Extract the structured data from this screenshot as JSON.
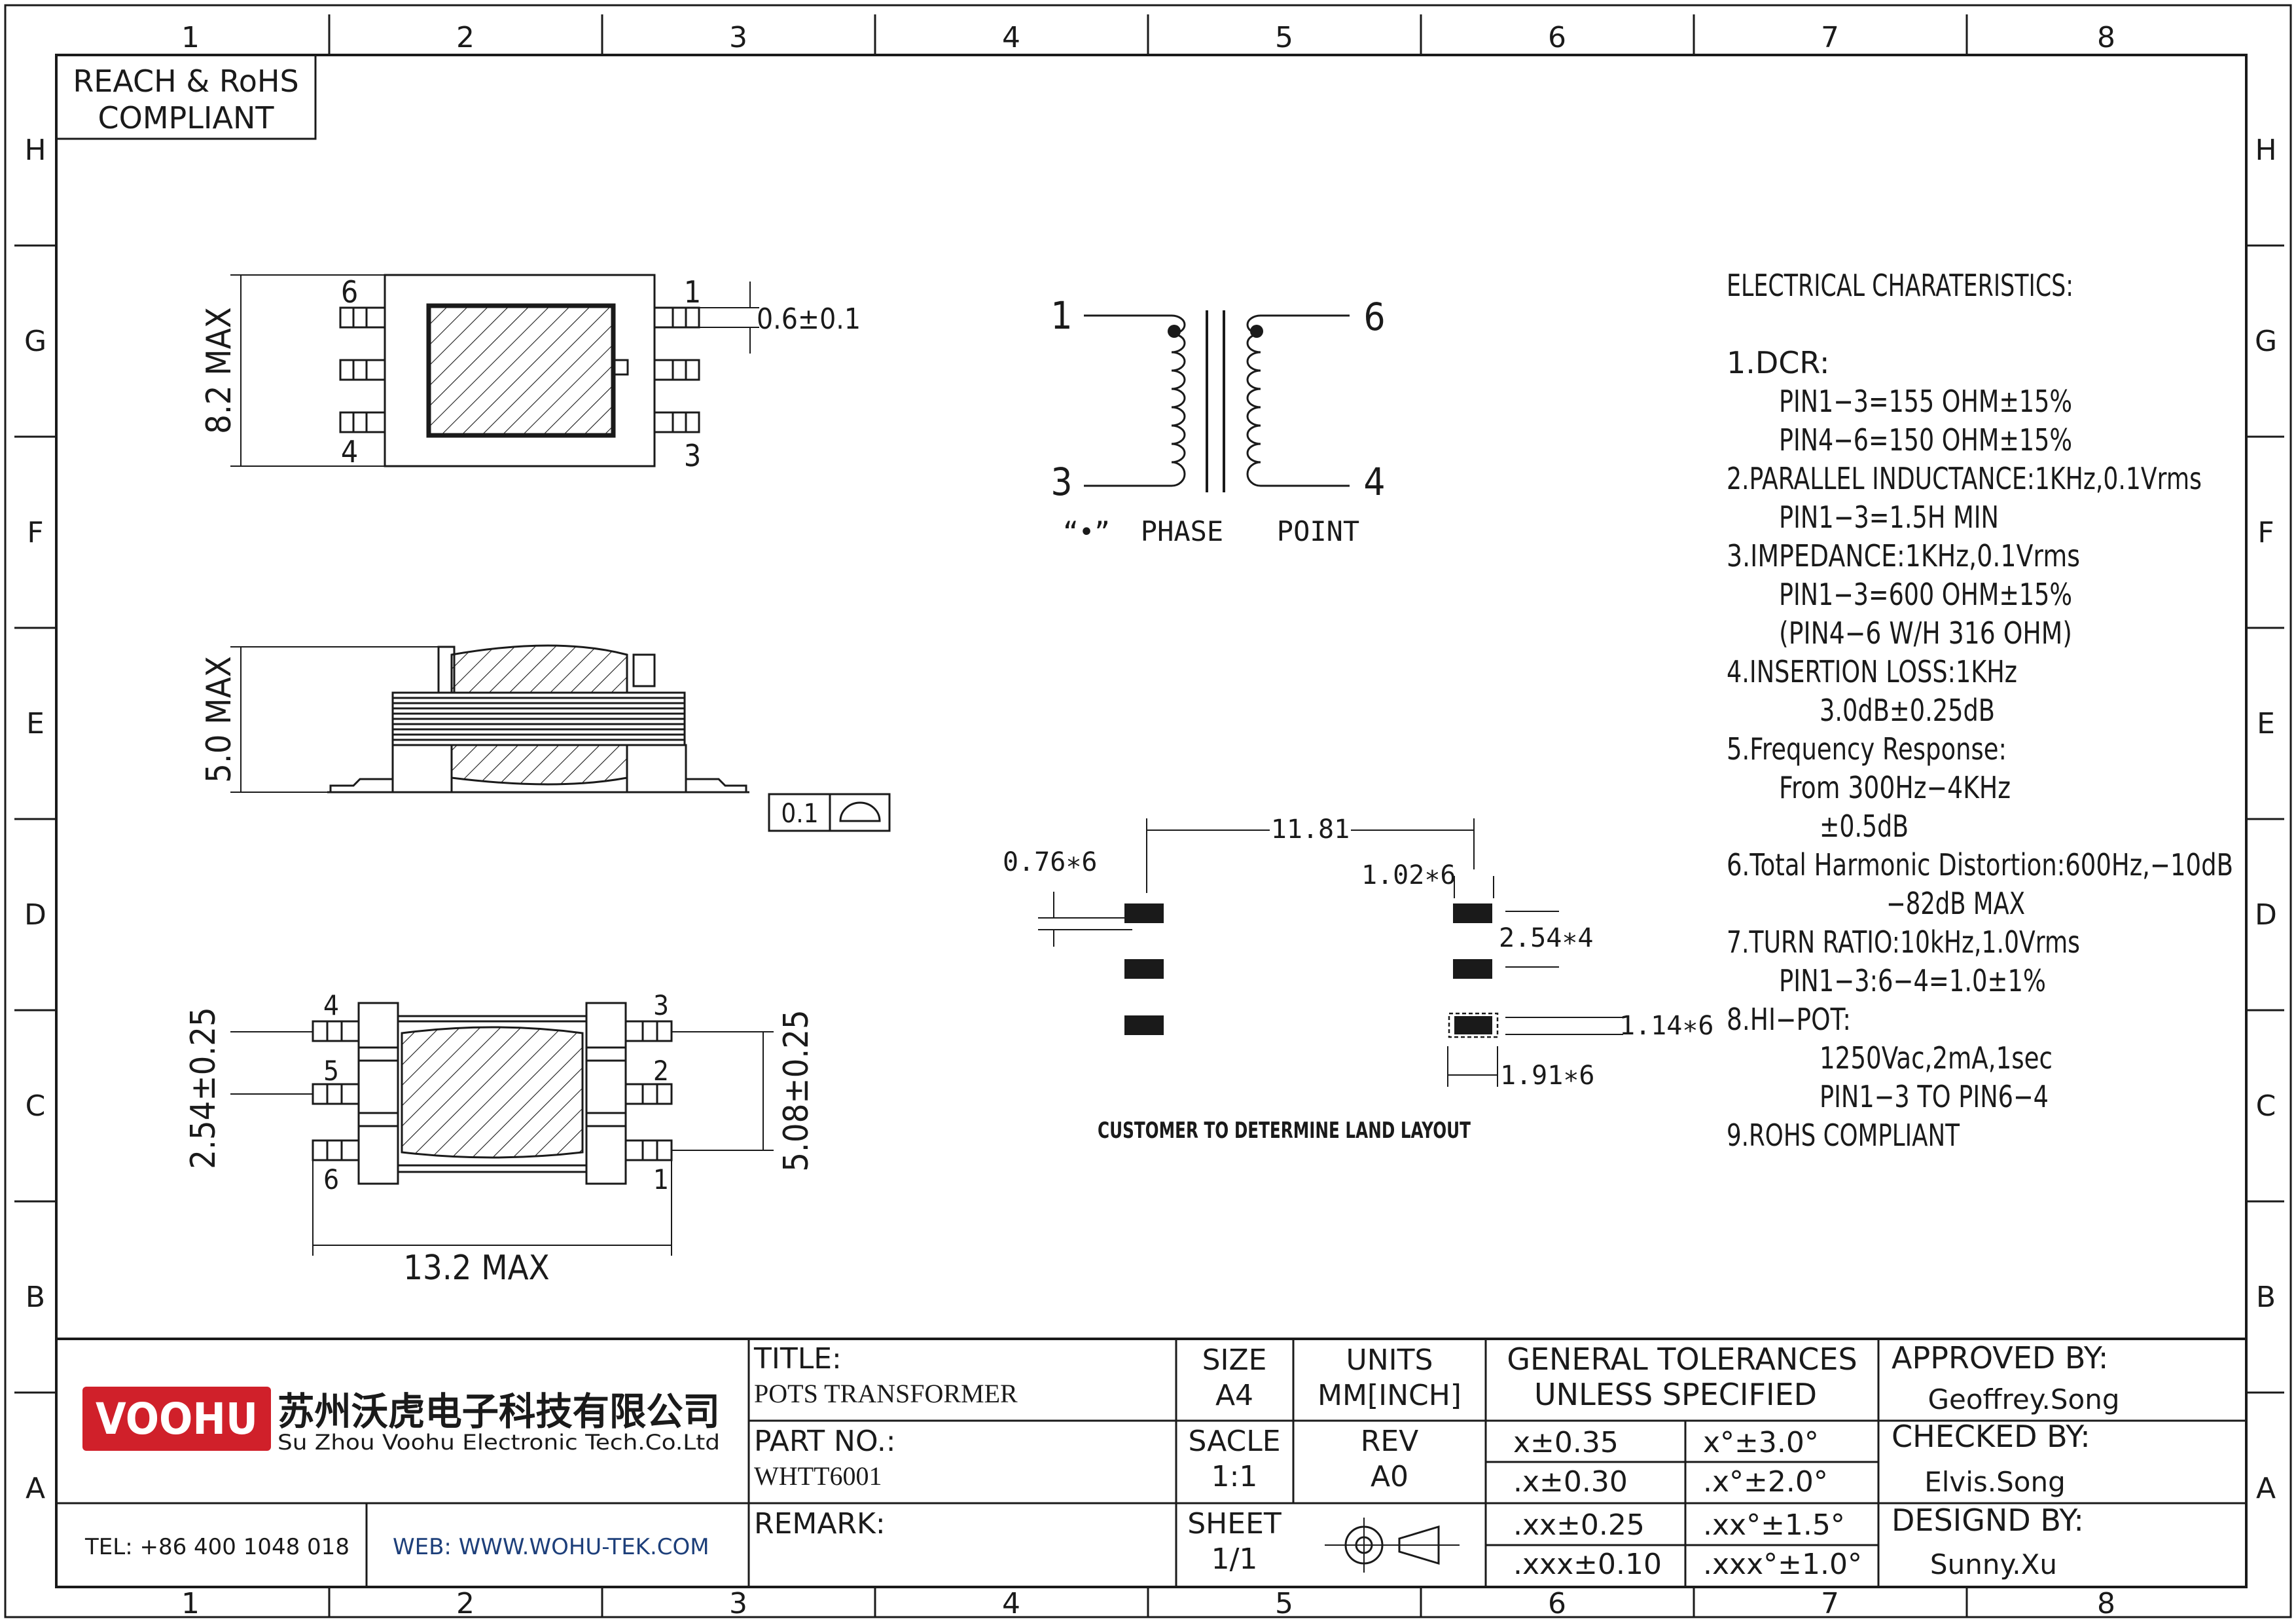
{
  "grid": {
    "columns": [
      "1",
      "2",
      "3",
      "4",
      "5",
      "6",
      "7",
      "8"
    ],
    "rows": [
      "H",
      "G",
      "F",
      "E",
      "D",
      "C",
      "B",
      "A"
    ]
  },
  "compliance_box": {
    "line1": "REACH & RoHS",
    "line2": "COMPLIANT"
  },
  "top_view": {
    "height_dim": "8.2 MAX",
    "pin_pitch_dim": "0.6±0.1",
    "pins": {
      "p6": "6",
      "p4": "4",
      "p1": "1",
      "p3": "3"
    }
  },
  "side_view": {
    "height_dim": "5.0 MAX",
    "flatness_value": "0.1"
  },
  "bottom_view": {
    "pitch_dim": "2.54±0.25",
    "span_dim": "5.08±0.25",
    "length_dim": "13.2 MAX",
    "pins": {
      "p4": "4",
      "p5": "5",
      "p6": "6",
      "p3": "3",
      "p2": "2",
      "p1": "1"
    }
  },
  "schematic": {
    "pins": {
      "p1": "1",
      "p3": "3",
      "p6": "6",
      "p4": "4"
    },
    "phase_quote": "“•”",
    "phase_word1": "PHASE",
    "phase_word2": "POINT"
  },
  "land_layout": {
    "span": "11.81",
    "pad_width_left": "0.76∗6",
    "pad_width_right": "1.02∗6",
    "pitch": "2.54∗4",
    "pad_height": "1.14∗6",
    "pad_length": "1.91∗6",
    "caption": "CUSTOMER TO DETERMINE LAND LAYOUT"
  },
  "electrical": {
    "heading": "ELECTRICAL CHARATERISTICS:",
    "lines": [
      "1.DCR:",
      "PIN1−3=155 OHM±15%",
      "PIN4−6=150 OHM±15%",
      "2.PARALLEL INDUCTANCE:1KHz,0.1Vrms",
      "PIN1−3=1.5H MIN",
      "3.IMPEDANCE:1KHz,0.1Vrms",
      "PIN1−3=600 OHM±15%",
      "(PIN4−6 W/H 316 OHM)",
      "4.INSERTION LOSS:1KHz",
      "3.0dB±0.25dB",
      "5.Frequency Response:",
      "From 300Hz−4KHz",
      "±0.5dB",
      "6.Total Harmonic Distortion:600Hz,−10dB",
      "−82dB MAX",
      "7.TURN RATIO:10kHz,1.0Vrms",
      "PIN1−3:6−4=1.0±1%",
      "8.HI−POT:",
      "1250Vac,2mA,1sec",
      "PIN1−3 TO PIN6−4",
      "9.ROHS COMPLIANT"
    ]
  },
  "title_block": {
    "logo_text": "VOOHU",
    "company_cn": "苏州沃虎电子科技有限公司",
    "company_en": "Su Zhou Voohu Electronic Tech.Co.Ltd",
    "tel": "TEL: +86 400 1048 018",
    "web": "WEB: WWW.WOHU-TEK.COM",
    "title_label": "TITLE:",
    "title_value": "POTS TRANSFORMER",
    "part_label": "PART NO.:",
    "part_value": "WHTT6001",
    "remark_label": "REMARK:",
    "size_label": "SIZE",
    "size_value": "A4",
    "units_label": "UNITS",
    "units_value": "MM[INCH]",
    "scale_label": "SACLE",
    "scale_value": "1:1",
    "rev_label": "REV",
    "rev_value": "A0",
    "sheet_label": "SHEET",
    "sheet_value": "1/1",
    "tol_label1": "GENERAL TOLERANCES",
    "tol_label2": "UNLESS SPECIFIED",
    "tolerances": [
      [
        "x±0.35",
        "x°±3.0°"
      ],
      [
        ".x±0.30",
        ".x°±2.0°"
      ],
      [
        ".xx±0.25",
        ".xx°±1.5°"
      ],
      [
        ".xxx±0.10",
        ".xxx°±1.0°"
      ]
    ],
    "approved_label": "APPROVED BY:",
    "approved_value": "Geoffrey.Song",
    "checked_label": "CHECKED BY:",
    "checked_value": "Elvis.Song",
    "designed_label": "DESIGND BY:",
    "designed_value": "Sunny.Xu"
  },
  "colors": {
    "logo_red": "#d0202a",
    "ink": "#1a1a1a",
    "web_blue": "#1d3f7a"
  }
}
